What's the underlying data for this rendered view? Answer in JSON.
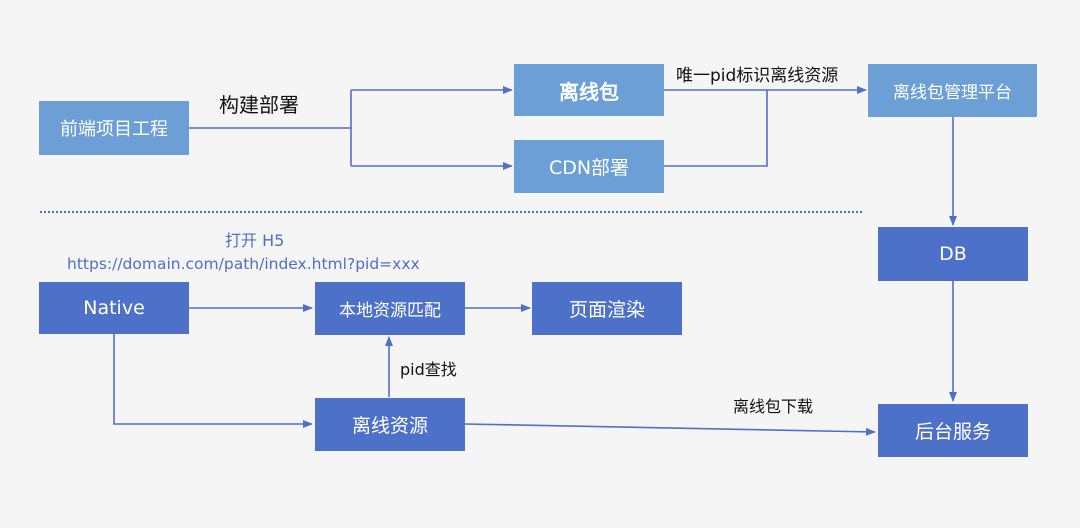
{
  "top": {
    "frontend_project": "前端项目工程",
    "build_deploy": "构建部署",
    "offline_package": "离线包",
    "cdn_deploy": "CDN部署",
    "pid_identify": "唯一pid标识离线资源",
    "offline_platform": "离线包管理平台"
  },
  "right": {
    "db": "DB",
    "backend_service": "后台服务"
  },
  "bottom": {
    "open_h5": "打开 H5",
    "url": "https://domain.com/path/index.html?pid=xxx",
    "native": "Native",
    "local_match": "本地资源匹配",
    "page_render": "页面渲染",
    "pid_lookup": "pid查找",
    "offline_resource": "离线资源",
    "offline_download": "离线包下载"
  },
  "colors": {
    "light_box": "#6b9fd5",
    "dark_box": "#4d71c8",
    "line": "#4d71c8",
    "background": "#f5f5f6"
  }
}
